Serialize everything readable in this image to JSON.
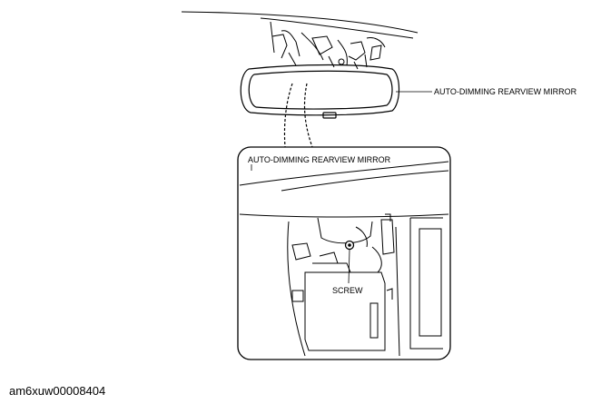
{
  "labels": {
    "top_callout": "AUTO-DIMMING REARVIEW MIRROR",
    "inset_title": "AUTO-DIMMING REARVIEW MIRROR",
    "screw": "SCREW"
  },
  "figure_code": "am6xuw00008404",
  "colors": {
    "line": "#000000",
    "background": "#ffffff"
  }
}
